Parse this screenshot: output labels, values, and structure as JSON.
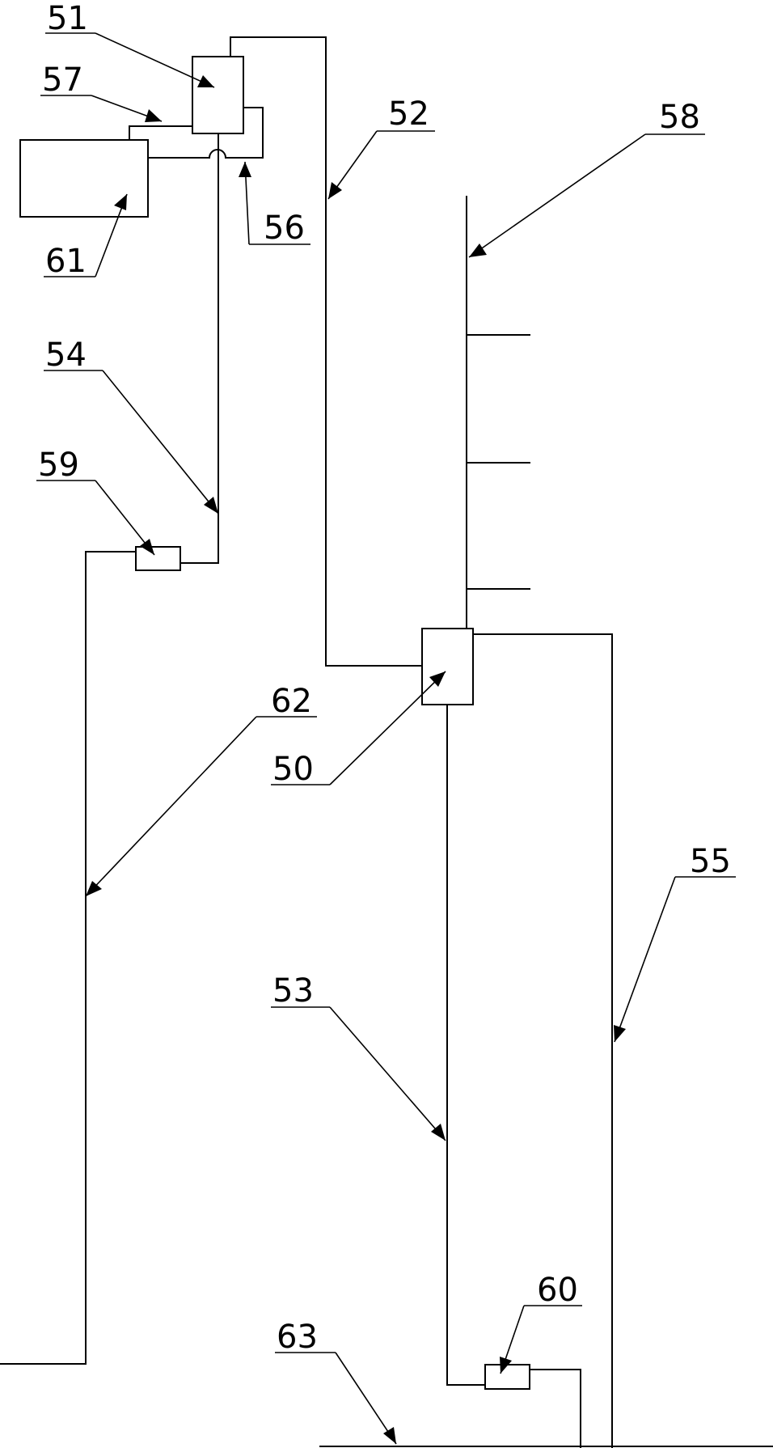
{
  "labels": {
    "l50": "50",
    "l51": "51",
    "l52": "52",
    "l53": "53",
    "l54": "54",
    "l55": "55",
    "l56": "56",
    "l57": "57",
    "l58": "58",
    "l59": "59",
    "l60": "60",
    "l61": "61",
    "l62": "62",
    "l63": "63"
  }
}
